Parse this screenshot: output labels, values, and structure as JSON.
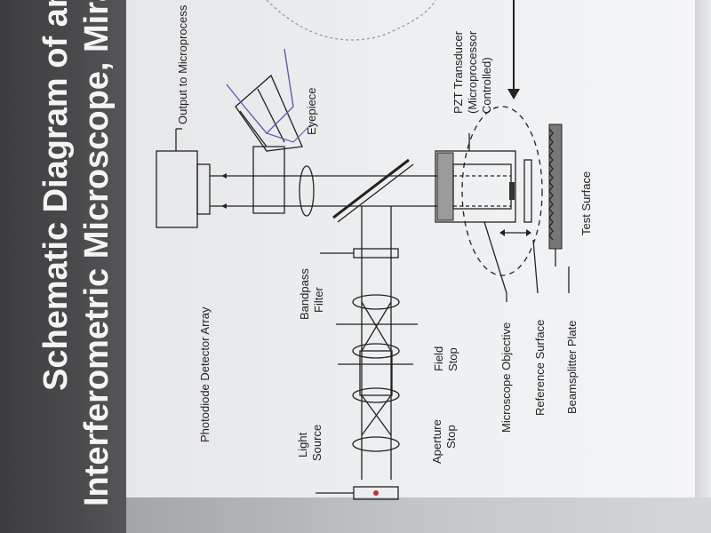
{
  "title": {
    "line1": "Schematic Diagram of an",
    "line2": "Interferometric Microscope,  Mira"
  },
  "labels": {
    "output": "Output to Microprocess",
    "photodiode": "Photodiode Detector Array",
    "eyepiece": "Eyepiece",
    "pzt1": "PZT Transducer",
    "pzt2": "(Microprocessor",
    "pzt3": "Controlled)",
    "bandpass1": "Bandpass",
    "bandpass2": "Filter",
    "field1": "Field",
    "field2": "Stop",
    "light1": "Light",
    "light2": "Source",
    "aperture1": "Aperture",
    "aperture2": "Stop",
    "microscope": "Microscope Objective",
    "reference": "Reference Surface",
    "beamsplitter": "Beamsplitter Plate",
    "test": "Test Surface"
  }
}
